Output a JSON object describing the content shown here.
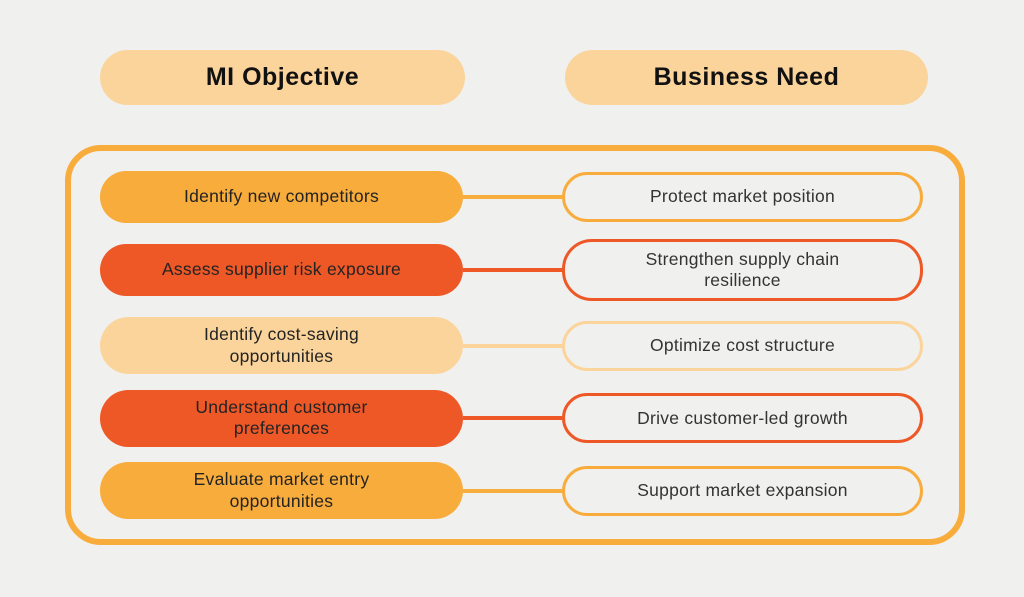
{
  "theme": {
    "background": "#F0F0EE",
    "container_border": "#F8AC3B",
    "header_bg": "#FBD49B",
    "orange": "#F8AC3B",
    "red_orange": "#EE5827",
    "peach": "#FBD49B",
    "text": "#2B2B2B"
  },
  "headers": {
    "left": "MI Objective",
    "right": "Business Need"
  },
  "rows": [
    {
      "objective": "Identify new competitors",
      "need": "Protect market position",
      "color": "#F8AC3B"
    },
    {
      "objective": "Assess supplier risk exposure",
      "need": "Strengthen supply chain\nresilience",
      "color": "#EE5827"
    },
    {
      "objective": "Identify cost-saving\nopportunities",
      "need": "Optimize cost structure",
      "color": "#FBD49B"
    },
    {
      "objective": "Understand customer\npreferences",
      "need": "Drive customer-led growth",
      "color": "#EE5827"
    },
    {
      "objective": "Evaluate market entry\nopportunities",
      "need": "Support market expansion",
      "color": "#F8AC3B"
    }
  ]
}
